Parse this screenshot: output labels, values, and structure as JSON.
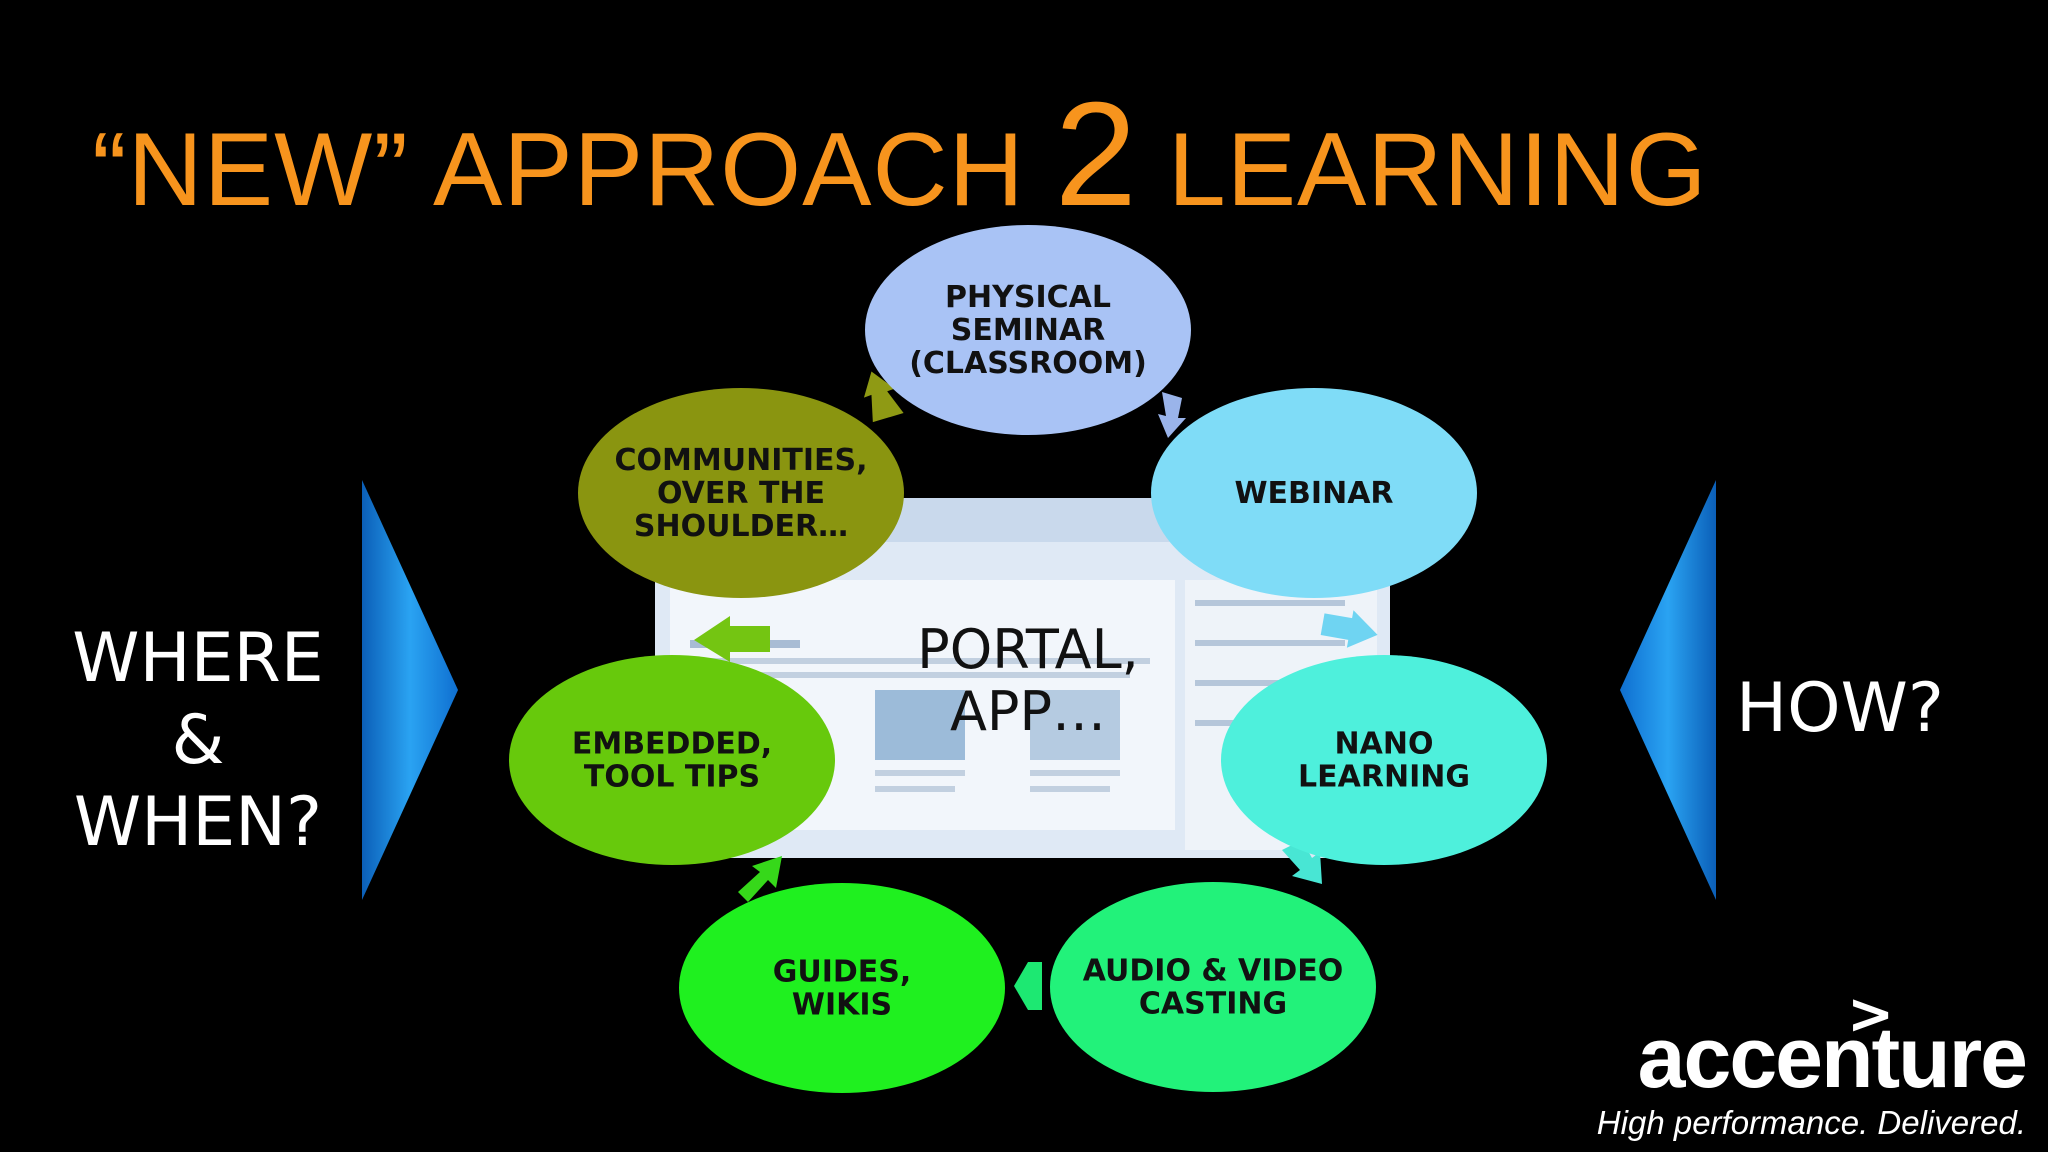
{
  "title": {
    "part1": "“NEW” APPROACH ",
    "number": "2",
    "part2": " LEARNING"
  },
  "left_label": {
    "line1": "WHERE &",
    "line2": "WHEN?"
  },
  "right_label": "HOW?",
  "center": {
    "line1": "PORTAL,",
    "line2": "APP…"
  },
  "nodes": [
    {
      "id": "physical-seminar",
      "lines": [
        "PHYSICAL",
        "SEMINAR",
        "(CLASSROOM)"
      ],
      "color": "#a9c3f5"
    },
    {
      "id": "webinar",
      "lines": [
        "WEBINAR"
      ],
      "color": "#7fdcf7"
    },
    {
      "id": "nano-learning",
      "lines": [
        "NANO",
        "LEARNING"
      ],
      "color": "#4ef0dc"
    },
    {
      "id": "audio-video-casting",
      "lines": [
        "AUDIO & VIDEO",
        "CASTING"
      ],
      "color": "#22f27a"
    },
    {
      "id": "guides-wikis",
      "lines": [
        "GUIDES,",
        "WIKIS"
      ],
      "color": "#1ff01f"
    },
    {
      "id": "embedded-tool-tips",
      "lines": [
        "EMBEDDED,",
        "TOOL TIPS"
      ],
      "color": "#67c90c"
    },
    {
      "id": "communities",
      "lines": [
        "COMMUNITIES,",
        "OVER THE",
        "SHOULDER…"
      ],
      "color": "#8a9510"
    }
  ],
  "logo": {
    "brand": "accenture",
    "mark": ">",
    "tagline": "High performance. Delivered."
  },
  "colors": {
    "title": "#f7941d",
    "triangle": "#1a8ee6",
    "background": "#000000"
  }
}
